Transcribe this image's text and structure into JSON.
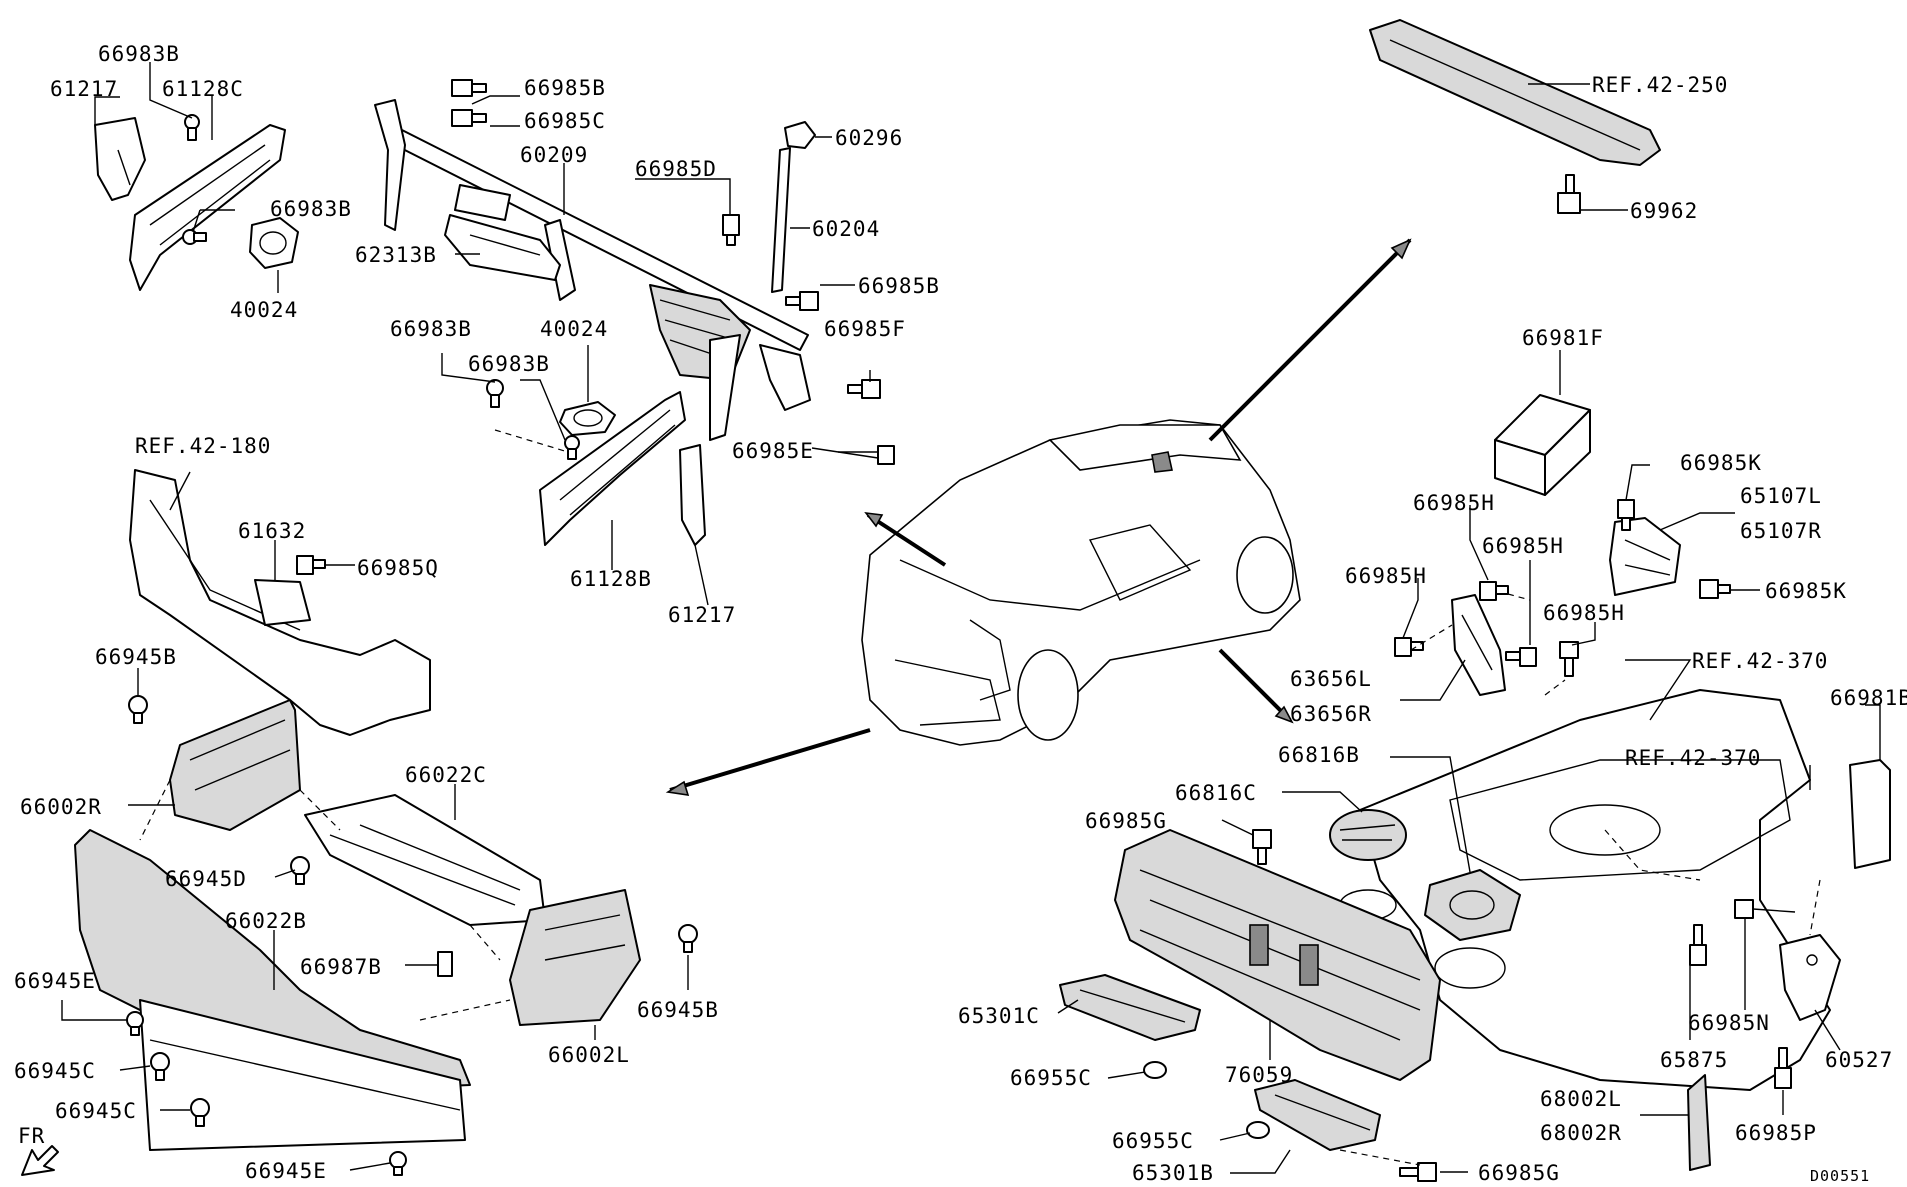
{
  "labels": {
    "l_66983B_a": "66983B",
    "l_61217_a": "61217",
    "l_61128C": "61128C",
    "l_66983B_b": "66983B",
    "l_40024_a": "40024",
    "l_66985B_a": "66985B",
    "l_66985C": "66985C",
    "l_60209": "60209",
    "l_62313B": "62313B",
    "l_66985D": "66985D",
    "l_60296": "60296",
    "l_60204": "60204",
    "l_66985B_b": "66985B",
    "l_66985F": "66985F",
    "l_40024_b": "40024",
    "l_66983B_c": "66983B",
    "l_66983B_d": "66983B",
    "l_66985E": "66985E",
    "l_61128B": "61128B",
    "l_61217_b": "61217",
    "l_ref42180": "REF.42-180",
    "l_61632": "61632",
    "l_66985Q": "66985Q",
    "l_66945B_a": "66945B",
    "l_66002R": "66002R",
    "l_66022C": "66022C",
    "l_66945D": "66945D",
    "l_66022B": "66022B",
    "l_66987B": "66987B",
    "l_66945B_b": "66945B",
    "l_66945E_a": "66945E",
    "l_66945C_a": "66945C",
    "l_66945C_b": "66945C",
    "l_66002L": "66002L",
    "l_66945E_b": "66945E",
    "l_fr": "FR",
    "l_ref42250": "REF.42-250",
    "l_69962": "69962",
    "l_66981F": "66981F",
    "l_66985K_a": "66985K",
    "l_65107L": "65107L",
    "l_65107R": "65107R",
    "l_66985K_b": "66985K",
    "l_66985H_a": "66985H",
    "l_66985H_b": "66985H",
    "l_66985H_c": "66985H",
    "l_66985H_d": "66985H",
    "l_63656L": "63656L",
    "l_63656R": "63656R",
    "l_ref42370_a": "REF.42-370",
    "l_66981B": "66981B",
    "l_ref42370_b": "REF.42-370",
    "l_66816B": "66816B",
    "l_66816C": "66816C",
    "l_66985G_a": "66985G",
    "l_65301C": "65301C",
    "l_76059": "76059",
    "l_66955C_a": "66955C",
    "l_66955C_b": "66955C",
    "l_65301B": "65301B",
    "l_66985G_b": "66985G",
    "l_66985N": "66985N",
    "l_65875": "65875",
    "l_60527": "60527",
    "l_68002L": "68002L",
    "l_68002R": "68002R",
    "l_66985P": "66985P",
    "l_code": "D00551"
  }
}
